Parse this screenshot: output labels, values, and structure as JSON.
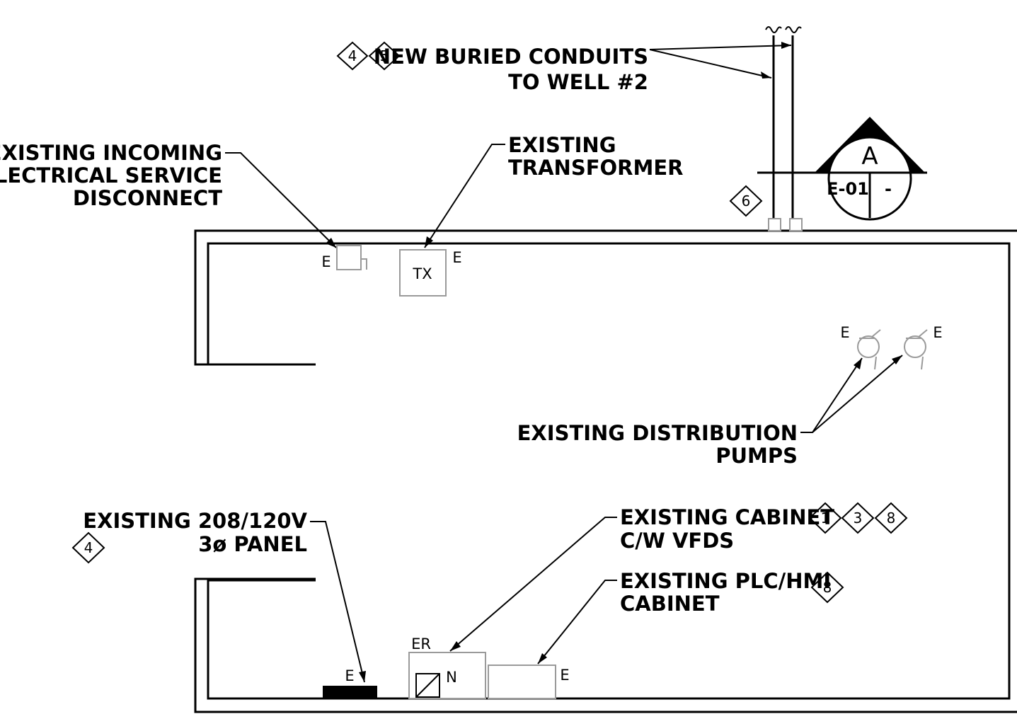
{
  "colors": {
    "linework": "#000000",
    "existing_equipment": "#9a9a9a",
    "background": "#ffffff"
  },
  "labels": {
    "conduits_line1": "NEW BURIED CONDUITS",
    "conduits_line2": "TO WELL #2",
    "service_line1": "EXISTING INCOMING",
    "service_line2": "ELECTRICAL SERVICE",
    "service_line3": "DISCONNECT",
    "transformer_line1": "EXISTING",
    "transformer_line2": "TRANSFORMER",
    "pumps_line1": "EXISTING DISTRIBUTION",
    "pumps_line2": "PUMPS",
    "panel_line1": "EXISTING 208/120V",
    "panel_line2": "3ø PANEL",
    "cabinet_line1": "EXISTING CABINET",
    "cabinet_line2": "C/W VFDS",
    "plc_line1": "EXISTING PLC/HMI",
    "plc_line2": "CABINET"
  },
  "keynotes": {
    "conduits": [
      "4",
      "5"
    ],
    "conduit_entry": "6",
    "panel": "4",
    "cabinet": [
      "1",
      "3",
      "8"
    ],
    "plc": "8"
  },
  "section_marker": {
    "letter": "A",
    "sheet": "E-01",
    "suffix": "-"
  },
  "equipment_tags": {
    "disconnect": "E",
    "transformer_tag": "E",
    "transformer_symbol": "TX",
    "pump_left": "E",
    "pump_right": "E",
    "panel": "E",
    "cabinet": "ER",
    "cabinet_symbol": "N",
    "plc": "E"
  }
}
